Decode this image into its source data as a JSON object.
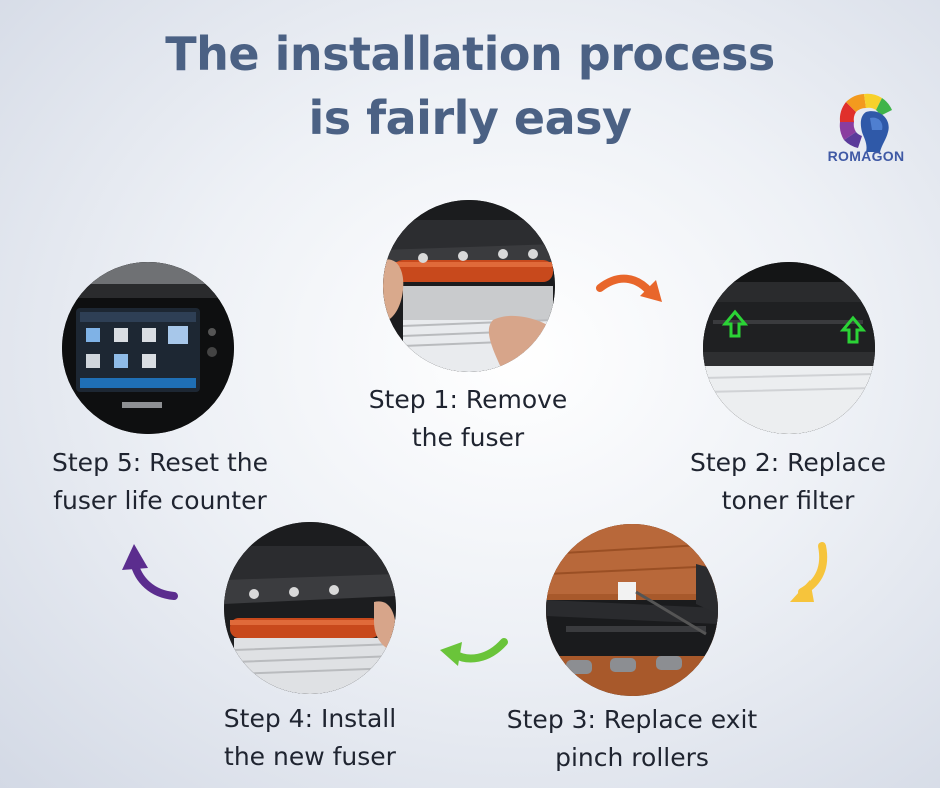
{
  "title": {
    "line1": "The installation process",
    "line2": "is fairly easy"
  },
  "logo": {
    "name": "ROMAGON"
  },
  "steps": [
    {
      "line1": "Step 1: Remove",
      "line2": "the fuser"
    },
    {
      "line1": "Step 2: Replace",
      "line2": "toner filter"
    },
    {
      "line1": "Step 3: Replace exit",
      "line2": "pinch rollers"
    },
    {
      "line1": "Step 4: Install",
      "line2": "the new fuser"
    },
    {
      "line1": "Step 5: Reset the",
      "line2": "fuser life counter"
    }
  ],
  "arrows": [
    {
      "icon": "curved-arrow-icon",
      "color": "#e8662b"
    },
    {
      "icon": "curved-arrow-icon",
      "color": "#f6c43c"
    },
    {
      "icon": "curved-arrow-icon",
      "color": "#6ac43a"
    },
    {
      "icon": "curved-arrow-icon",
      "color": "#5b2d8e"
    }
  ],
  "colors": {
    "title": "#4b6184",
    "fuser_roller": "#c8491c",
    "filter_arrows": "#2bd336"
  }
}
